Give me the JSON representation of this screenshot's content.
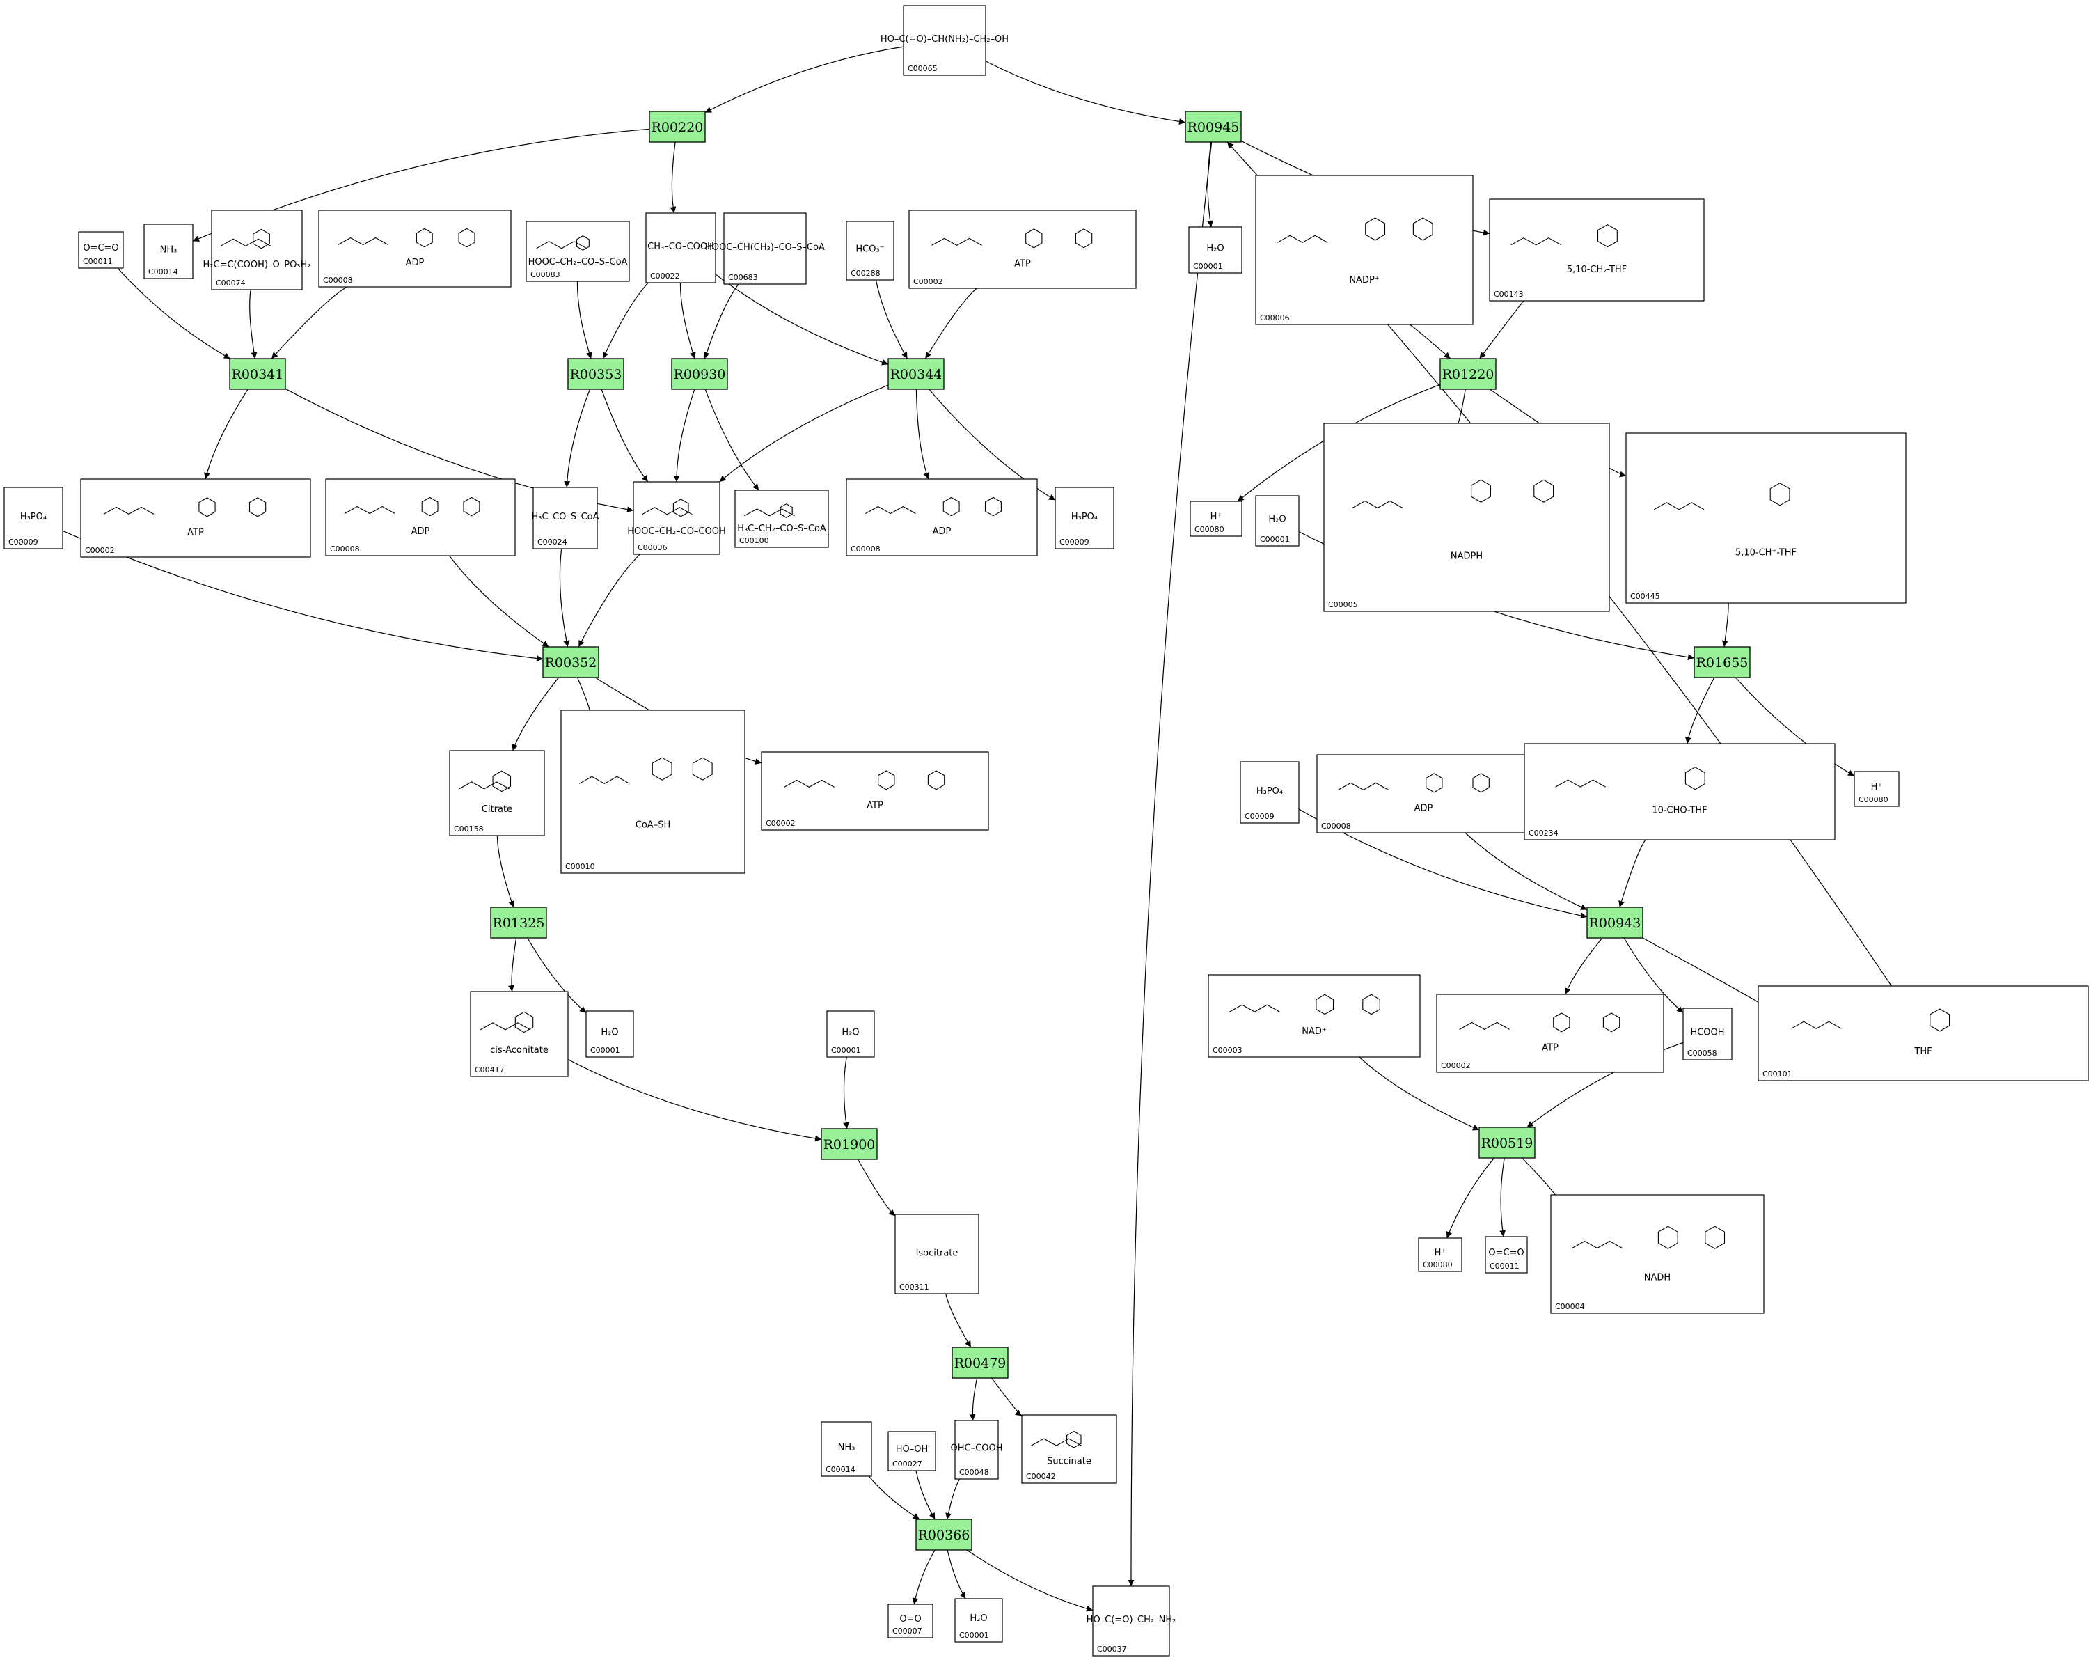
{
  "colors": {
    "reaction_fill": "#98f098",
    "stroke": "#000000",
    "background": "#ffffff"
  },
  "reactions": [
    {
      "id": "R00220"
    },
    {
      "id": "R00945"
    },
    {
      "id": "R00341"
    },
    {
      "id": "R00353"
    },
    {
      "id": "R00930"
    },
    {
      "id": "R00344"
    },
    {
      "id": "R01220"
    },
    {
      "id": "R00352"
    },
    {
      "id": "R01655"
    },
    {
      "id": "R01325"
    },
    {
      "id": "R00943"
    },
    {
      "id": "R01900"
    },
    {
      "id": "R00519"
    },
    {
      "id": "R00479"
    },
    {
      "id": "R00366"
    }
  ],
  "compounds": [
    {
      "id": "C00065",
      "formula": "HO–C(=O)–CH(NH₂)–CH₂–OH"
    },
    {
      "id": "C00011",
      "formula": "O=C=O"
    },
    {
      "id": "C00014",
      "formula": "NH₃"
    },
    {
      "id": "C00074",
      "formula": "H₂C=C(COOH)–O–PO₃H₂"
    },
    {
      "id": "C00008",
      "formula": "ADP"
    },
    {
      "id": "C00083",
      "formula": "HOOC–CH₂–CO–S–CoA"
    },
    {
      "id": "C00022",
      "formula": "CH₃–CO–COOH"
    },
    {
      "id": "C00683",
      "formula": "HOOC–CH(CH₃)–CO–S–CoA"
    },
    {
      "id": "C00288",
      "formula": "HCO₃⁻"
    },
    {
      "id": "C00002",
      "formula": "ATP"
    },
    {
      "id": "C00001",
      "formula": "H₂O"
    },
    {
      "id": "C00006",
      "formula": "NADP⁺"
    },
    {
      "id": "C00143",
      "formula": "5,10-CH₂-THF"
    },
    {
      "id": "C00009",
      "formula": "H₃PO₄"
    },
    {
      "id": "C00002",
      "formula": "ATP"
    },
    {
      "id": "C00008",
      "formula": "ADP"
    },
    {
      "id": "C00024",
      "formula": "H₃C–CO–S–CoA"
    },
    {
      "id": "C00036",
      "formula": "HOOC–CH₂–CO–COOH"
    },
    {
      "id": "C00100",
      "formula": "H₃C–CH₂–CO–S–CoA"
    },
    {
      "id": "C00008",
      "formula": "ADP"
    },
    {
      "id": "C00009",
      "formula": "H₃PO₄"
    },
    {
      "id": "C00080",
      "formula": "H⁺"
    },
    {
      "id": "C00001",
      "formula": "H₂O"
    },
    {
      "id": "C00005",
      "formula": "NADPH"
    },
    {
      "id": "C00445",
      "formula": "5,10-CH⁺-THF"
    },
    {
      "id": "C00158",
      "formula": "Citrate"
    },
    {
      "id": "C00010",
      "formula": "CoA–SH"
    },
    {
      "id": "C00002",
      "formula": "ATP"
    },
    {
      "id": "C00009",
      "formula": "H₃PO₄"
    },
    {
      "id": "C00008",
      "formula": "ADP"
    },
    {
      "id": "C00234",
      "formula": "10-CHO-THF"
    },
    {
      "id": "C00080",
      "formula": "H⁺"
    },
    {
      "id": "C00417",
      "formula": "cis-Aconitate"
    },
    {
      "id": "C00001",
      "formula": "H₂O"
    },
    {
      "id": "C00001",
      "formula": "H₂O"
    },
    {
      "id": "C00003",
      "formula": "NAD⁺"
    },
    {
      "id": "C00002",
      "formula": "ATP"
    },
    {
      "id": "C00058",
      "formula": "HCOOH"
    },
    {
      "id": "C00101",
      "formula": "THF"
    },
    {
      "id": "C00311",
      "formula": "Isocitrate"
    },
    {
      "id": "C00080",
      "formula": "H⁺"
    },
    {
      "id": "C00011",
      "formula": "O=C=O"
    },
    {
      "id": "C00004",
      "formula": "NADH"
    },
    {
      "id": "C00014",
      "formula": "NH₃"
    },
    {
      "id": "C00027",
      "formula": "HO–OH"
    },
    {
      "id": "C00048",
      "formula": "OHC–COOH"
    },
    {
      "id": "C00042",
      "formula": "Succinate"
    },
    {
      "id": "C00007",
      "formula": "O=O"
    },
    {
      "id": "C00001",
      "formula": "H₂O"
    },
    {
      "id": "C00037",
      "formula": "HO–C(=O)–CH₂–NH₂"
    }
  ]
}
